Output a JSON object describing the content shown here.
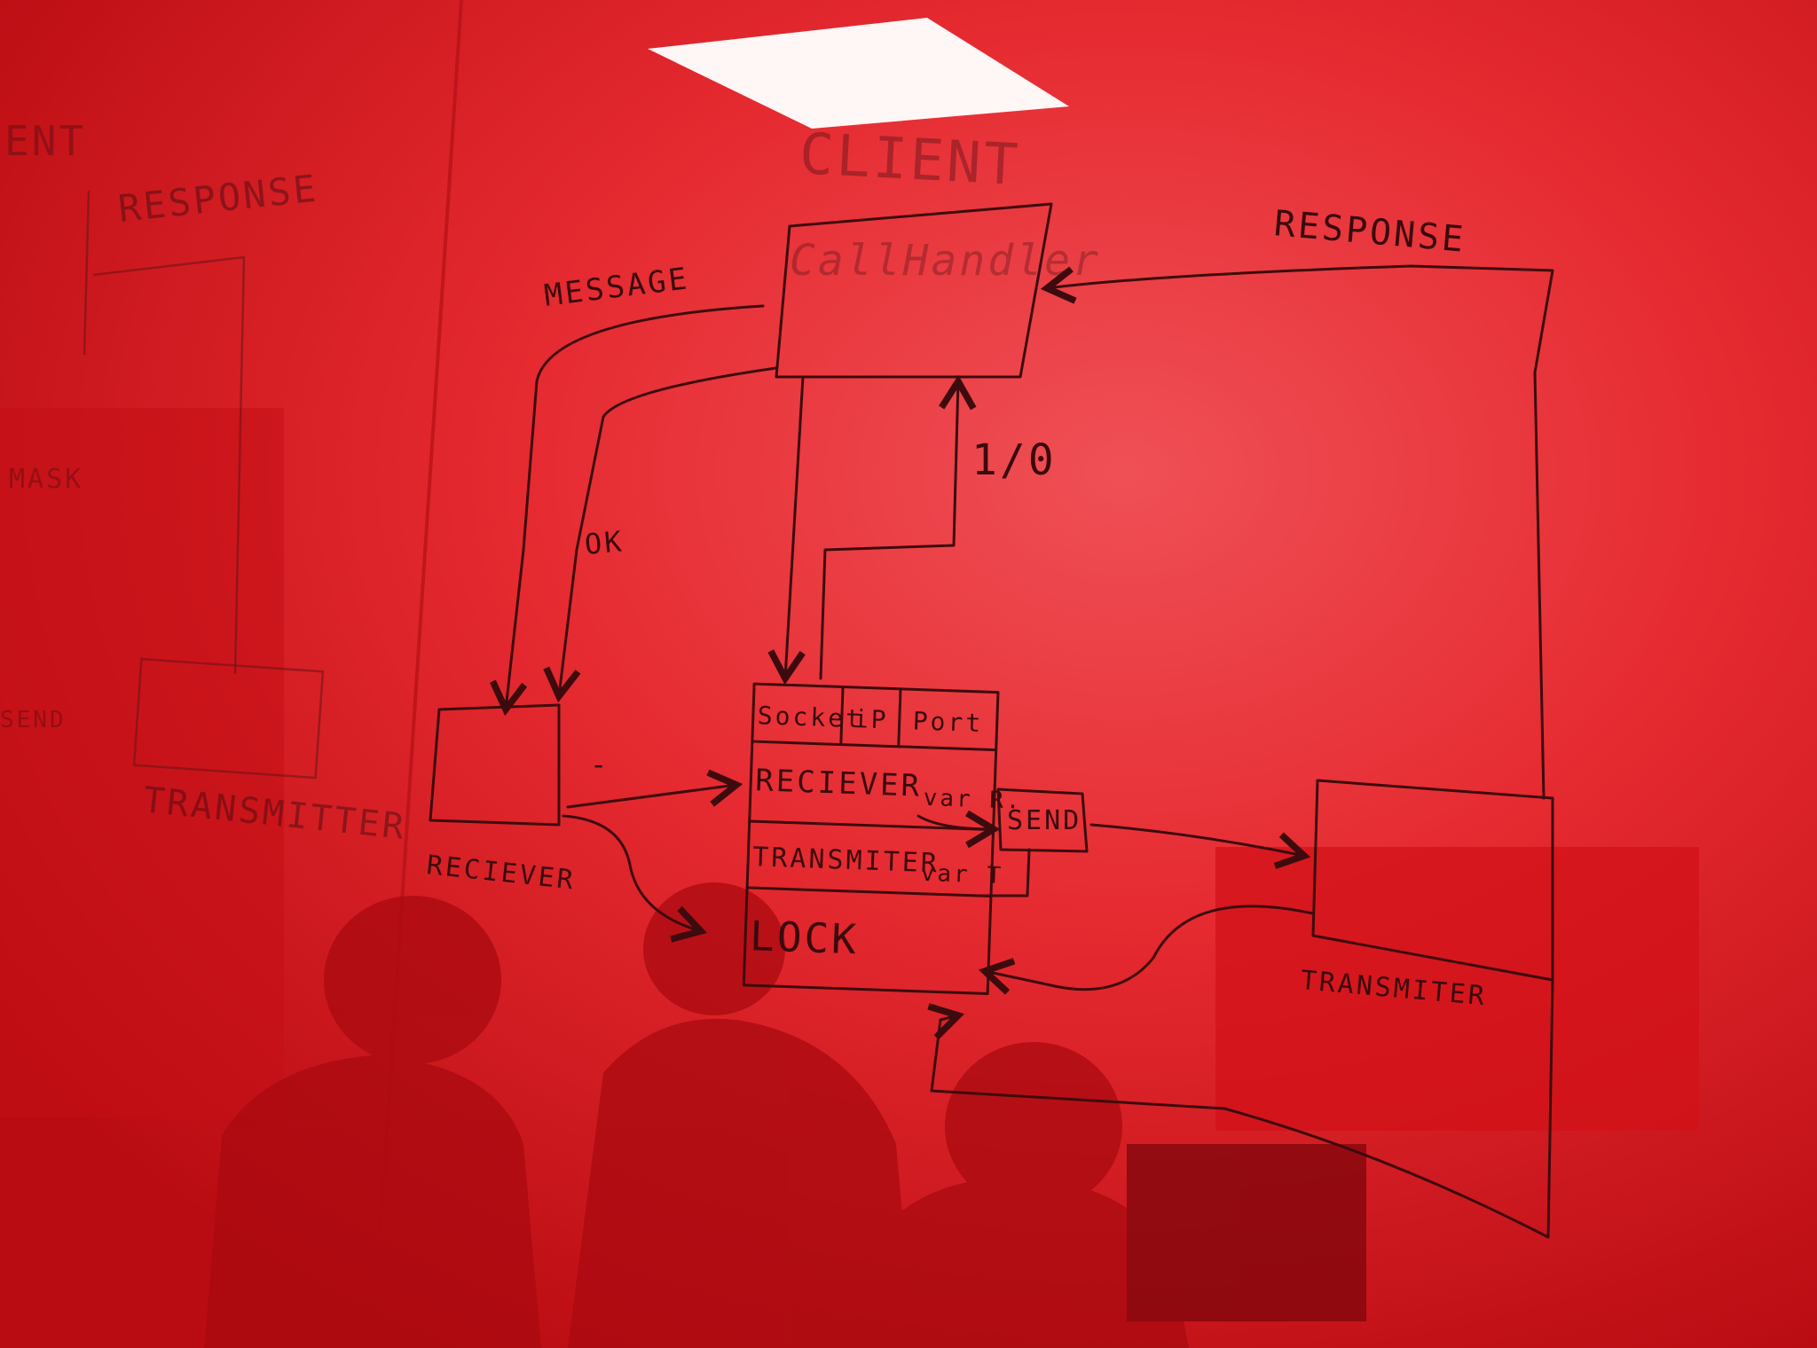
{
  "diagram": {
    "ghost_labels": {
      "client": "CLIENT",
      "client_box_scribble": "CallHandler",
      "left_client": "ENT",
      "left_response": "RESPONSE",
      "left_transmitter": "TRANSMITTER",
      "left_mask": "MASK",
      "left_send": "SEND"
    },
    "edges": {
      "message": "MESSAGE",
      "response": "RESPONSE",
      "ok": "OK",
      "io": "1/0",
      "dash": "-"
    },
    "nodes": {
      "receiver": "RECIEVER",
      "send": "SEND",
      "transmitter": "TRANSMITER"
    },
    "table": {
      "header": [
        "Socket",
        "iP",
        "Port"
      ],
      "rows": [
        {
          "label": "RECIEVER",
          "suffix": "var R."
        },
        {
          "label": "TRANSMITER",
          "suffix": "var T"
        },
        {
          "label": "LOCK",
          "suffix": ""
        }
      ]
    }
  }
}
